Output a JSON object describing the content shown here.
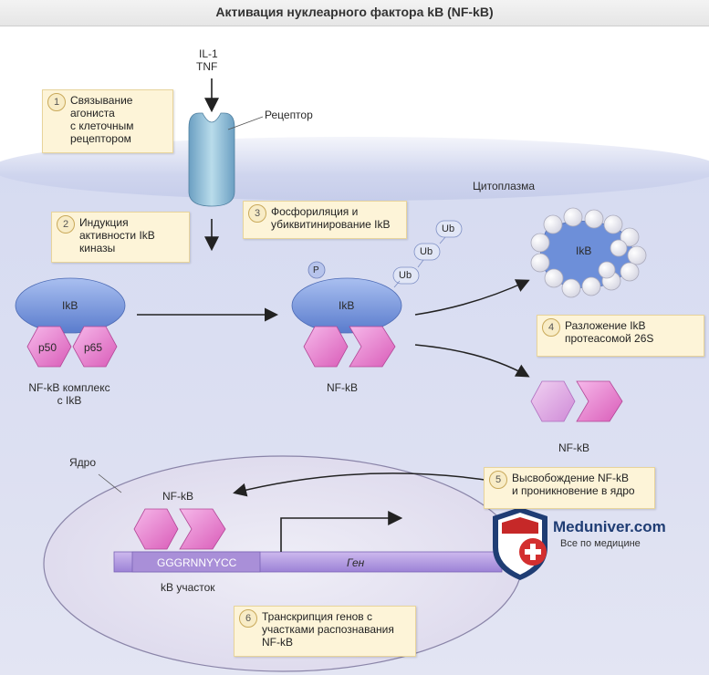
{
  "title": "Активация нуклеарного фактора kB (NF-kB)",
  "ligands": {
    "line1": "IL-1",
    "line2": "TNF"
  },
  "receptor_label": "Рецептор",
  "cytoplasm_label": "Цитоплазма",
  "nucleus_label": "Ядро",
  "complex": {
    "ikb": "IkB",
    "p50": "p50",
    "p65": "p65",
    "caption1": "NF-kB комплекс",
    "caption2": "с IkB"
  },
  "phospho": {
    "p": "P",
    "ikb": "IkB",
    "ub1": "Ub",
    "ub2": "Ub",
    "ub3": "Ub",
    "caption": "NF-kB"
  },
  "proteasome": {
    "ikb": "IkB"
  },
  "free_nfkb_caption": "NF-kB",
  "nuclear": {
    "nfkb": "NF-kB",
    "site_seq": "GGGRNNYYCC",
    "gene": "Ген",
    "site_caption": "kB участок"
  },
  "steps": [
    {
      "num": "1",
      "lines": [
        "Связывание",
        "агониста",
        "с клеточным",
        "рецептором"
      ]
    },
    {
      "num": "2",
      "lines": [
        "Индукция",
        "активности IkB",
        "киназы"
      ]
    },
    {
      "num": "3",
      "lines": [
        "Фосфориляция и",
        "убиквитинирование IkB"
      ]
    },
    {
      "num": "4",
      "lines": [
        "Разложение IkB",
        "протеасомой 26S"
      ]
    },
    {
      "num": "5",
      "lines": [
        "Высвобождение NF-kB",
        "и проникновение в ядро"
      ]
    },
    {
      "num": "6",
      "lines": [
        "Транскрипция генов с",
        "участками распознавания",
        "NF-kB"
      ]
    }
  ],
  "logo": {
    "name": "Meduniver.com",
    "tagline": "Все по медицине"
  },
  "colors": {
    "ikb": "#6f8fd6",
    "subunit": "#e77cc7",
    "membrane": "#c9d0ec",
    "nucleus": "#e9e6f4",
    "note": "#fdf4d8"
  }
}
